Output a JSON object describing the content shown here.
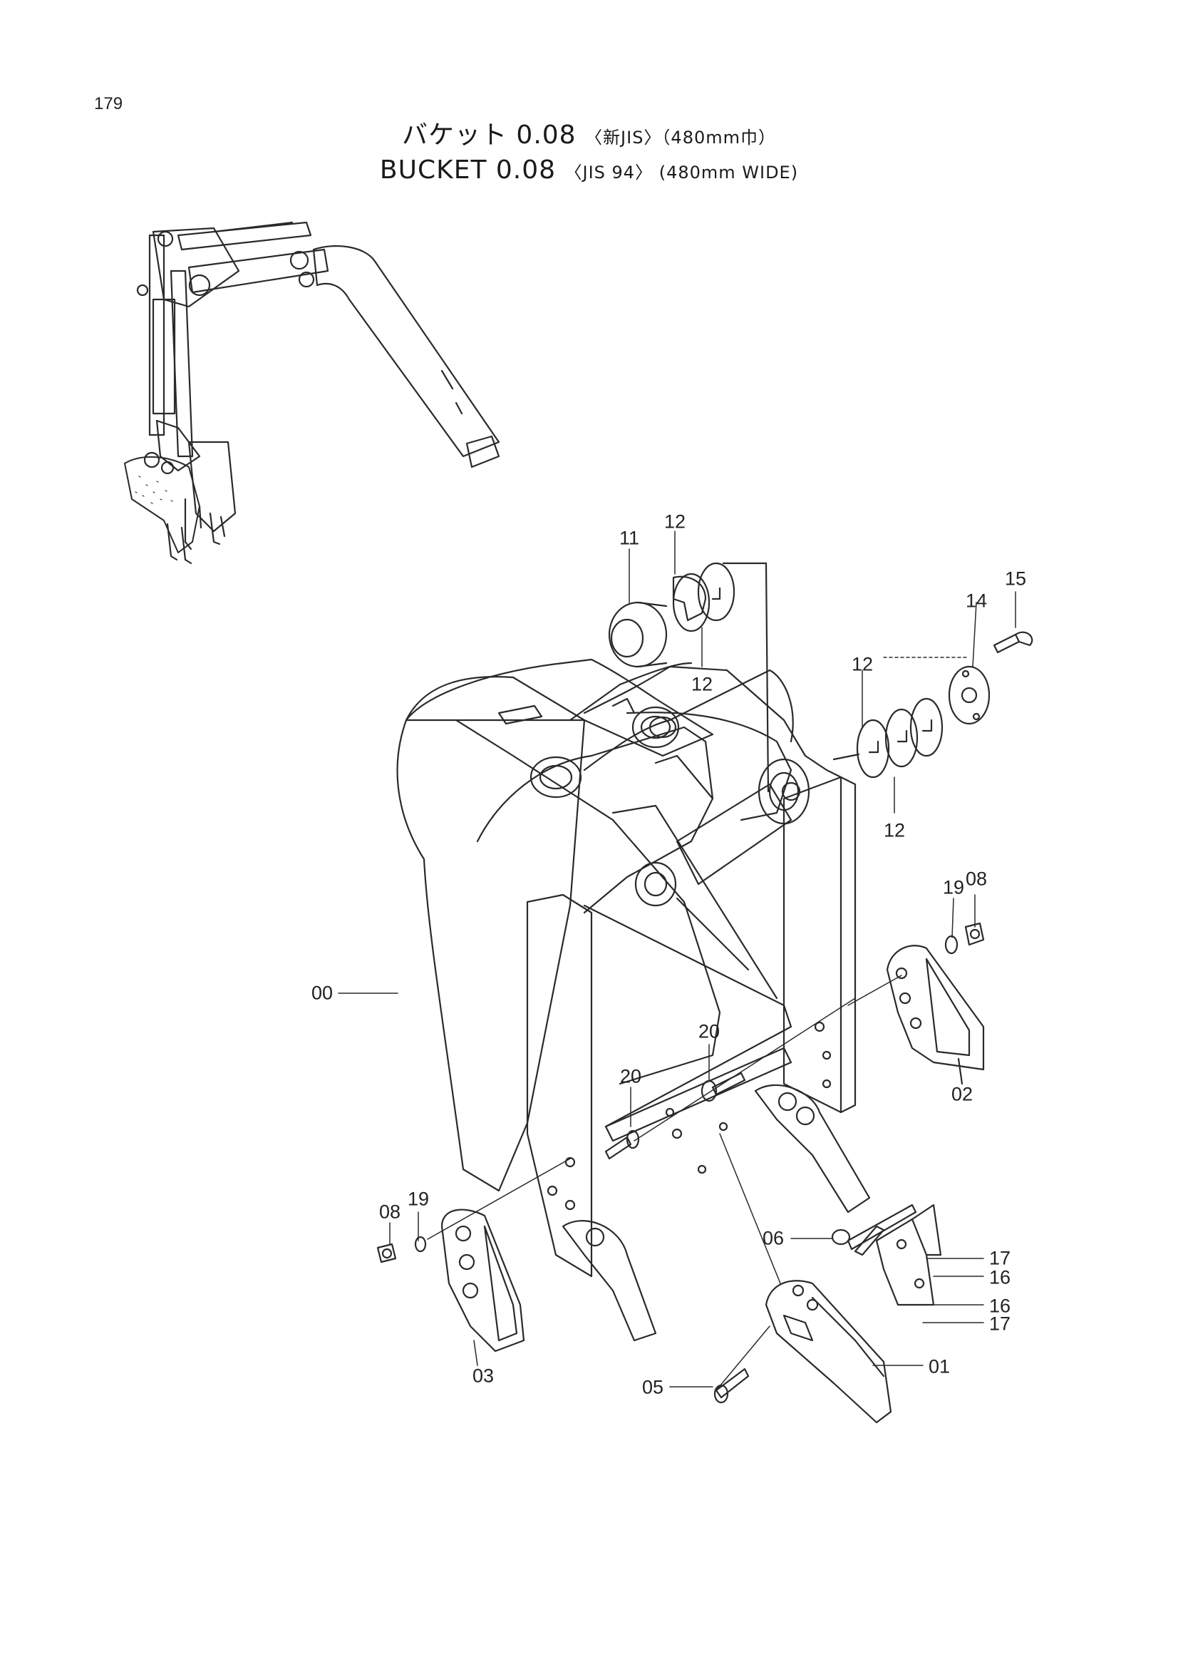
{
  "page_number": "179",
  "title": {
    "ja_main": "バケット 0.08",
    "ja_spec": "〈新JIS〉（480mm巾）",
    "en_main": "BUCKET 0.08",
    "en_spec": "〈JIS 94〉 (480mm WIDE)"
  },
  "callouts": {
    "c11": "11",
    "c12a": "12",
    "c12b": "12",
    "c12c": "12",
    "c12d": "12",
    "c14": "14",
    "c15": "15",
    "c19a": "19",
    "c08a": "08",
    "c00": "00",
    "c20a": "20",
    "c20b": "20",
    "c02": "02",
    "c08b": "08",
    "c19b": "19",
    "c03": "03",
    "c06": "06",
    "c05": "05",
    "c01": "01",
    "c17a": "17",
    "c16a": "16",
    "c16b": "16",
    "c17b": "17"
  }
}
